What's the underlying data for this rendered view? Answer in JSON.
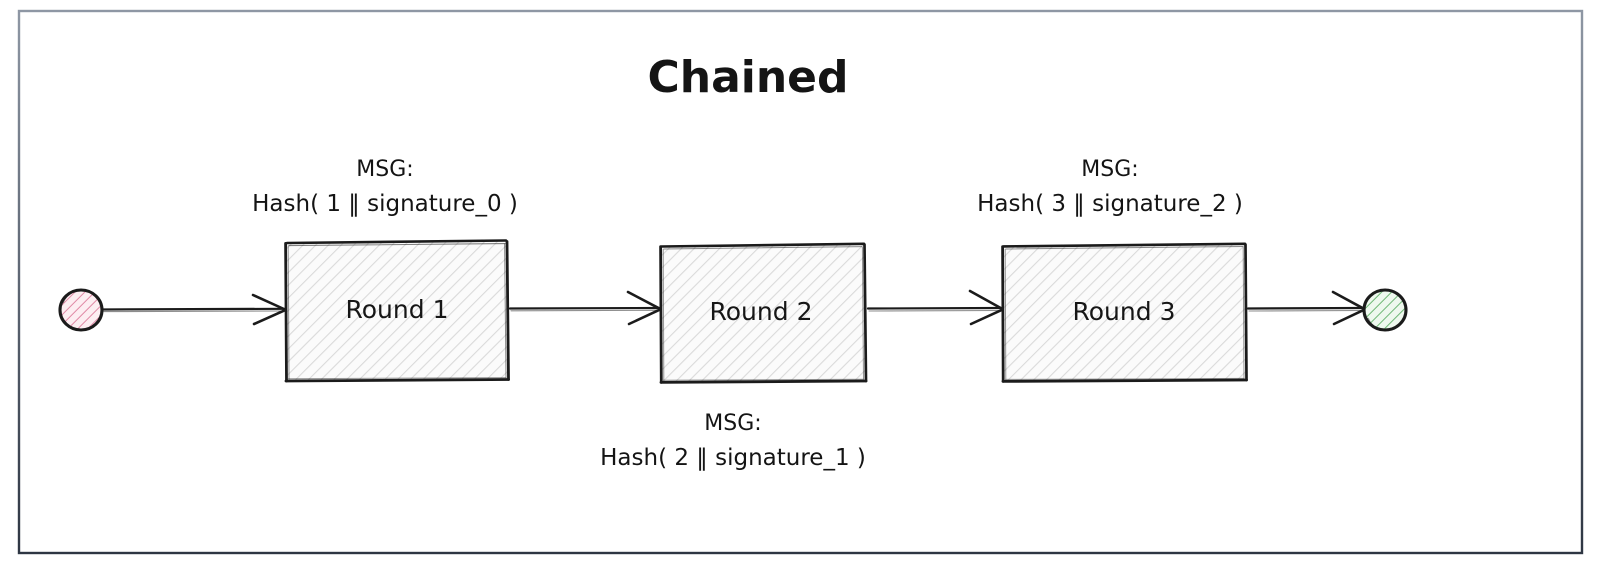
{
  "diagram": {
    "title": "Chained",
    "frame": {
      "border_color": "#3b4452",
      "background": "#ffffff"
    },
    "nodes": [
      {
        "id": "start",
        "type": "start-node",
        "shape": "circle",
        "fill": "#fbe0e6",
        "hatch_color": "#e49ab0",
        "stroke": "#1b1b1b",
        "label": ""
      },
      {
        "id": "round1",
        "type": "process-box",
        "label": "Round 1",
        "fill": "#fafafa",
        "hatch_color": "#d8d8d8",
        "stroke": "#1b1b1b"
      },
      {
        "id": "round2",
        "type": "process-box",
        "label": "Round 2",
        "fill": "#fafafa",
        "hatch_color": "#d8d8d8",
        "stroke": "#1b1b1b"
      },
      {
        "id": "round3",
        "type": "process-box",
        "label": "Round 3",
        "fill": "#fafafa",
        "hatch_color": "#d8d8d8",
        "stroke": "#1b1b1b"
      },
      {
        "id": "end",
        "type": "end-node",
        "shape": "circle",
        "fill": "#ddf0dd",
        "hatch_color": "#74b97a",
        "stroke": "#1b1b1b",
        "label": ""
      }
    ],
    "edges": [
      {
        "id": "e0",
        "from": "start",
        "to": "round1",
        "label_line1": "",
        "label_line2": ""
      },
      {
        "id": "e1",
        "from": "round1",
        "to": "round2",
        "label_line1": "MSG:",
        "label_line2": "Hash( 2 ‖ signature_1 )",
        "label_position": "below"
      },
      {
        "id": "e2",
        "from": "round2",
        "to": "round3",
        "label_line1": "MSG:",
        "label_line2": "Hash( 3 ‖ signature_2 )",
        "label_position": "above"
      },
      {
        "id": "e3",
        "from": "round3",
        "to": "end",
        "label_line1": "",
        "label_line2": ""
      }
    ],
    "labels": [
      {
        "id": "label_round1",
        "line1": "MSG:",
        "line2": "Hash( 1 ‖ signature_0 )",
        "position": "above-round1"
      },
      {
        "id": "label_round3",
        "line1": "MSG:",
        "line2": "Hash( 3 ‖ signature_2 )",
        "position": "above-round3"
      },
      {
        "id": "label_round2",
        "line1": "MSG:",
        "line2": "Hash( 2 ‖ signature_1 )",
        "position": "below-round2"
      }
    ],
    "colors": {
      "ink": "#1b1b1b",
      "frame": "#3b4452",
      "start_fill": "#fbe0e6",
      "start_hatch": "#e49ab0",
      "end_fill": "#ddf0dd",
      "end_hatch": "#74b97a",
      "box_hatch": "#dcdcdc",
      "canvas": "#ffffff"
    }
  }
}
